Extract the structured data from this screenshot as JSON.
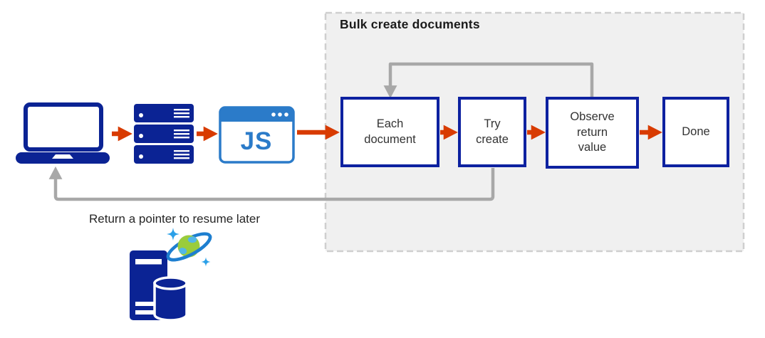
{
  "diagram": {
    "region_title": "Bulk create documents",
    "caption": "Return a pointer to resume later",
    "js_badge": "JS",
    "flow_boxes": [
      {
        "label": "Each\ndocument"
      },
      {
        "label": "Try\ncreate"
      },
      {
        "label": "Observe\nreturn\nvalue"
      },
      {
        "label": "Done"
      }
    ],
    "icons": [
      {
        "name": "laptop-icon"
      },
      {
        "name": "server-stack-icon"
      },
      {
        "name": "javascript-window-icon"
      },
      {
        "name": "cosmos-db-icon"
      }
    ]
  },
  "colors": {
    "navy": "#0b2394",
    "box_border": "#0d21a0",
    "flow_arrow_red": "#d83b01",
    "loop_gray": "#a8a8a8",
    "region_bg": "#f0f0f0",
    "region_border": "#cfcfcf",
    "js_blue": "#2b7bc9",
    "planet_green": "#9acc3c",
    "planet_continent": "#53b7e8",
    "ring_blue": "#1e7fd0",
    "sparkle_blue": "#2ba0e8"
  }
}
